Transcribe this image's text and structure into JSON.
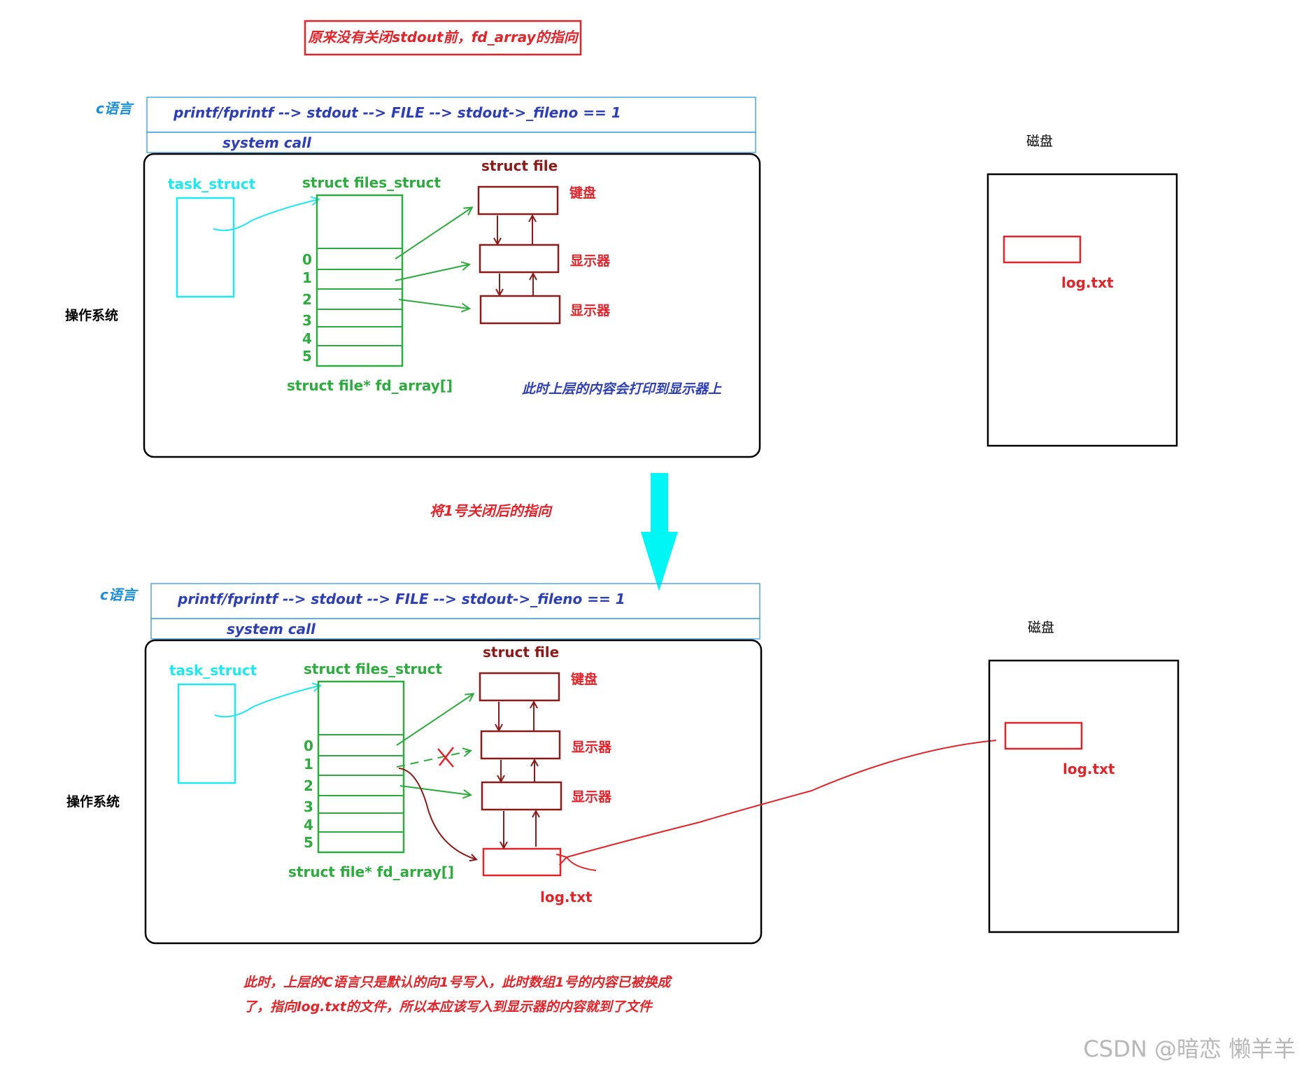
{
  "colors": {
    "red": "#e0242a",
    "dark_red": "#8b1a1a",
    "green": "#2eab3f",
    "cyan": "#1ee8f0",
    "blue": "#2e3fb5",
    "black": "#000000",
    "light_blue_border": "#4aa8e0",
    "cyan_arrow": "#00f5f5"
  },
  "top": {
    "caption": "原来没有关闭stdout前，fd_array的指向",
    "lang_label": "c语言",
    "c_call_chain": "printf/fprintf --> stdout --> FILE --> stdout->_fileno == 1",
    "system_call": "system call",
    "os_label": "操作系统",
    "task_struct": "task_struct",
    "files_struct": "struct files_struct",
    "fd_indices": [
      "0",
      "1",
      "2",
      "3",
      "4",
      "5"
    ],
    "fd_array": "struct file* fd_array[]",
    "struct_file": "struct file",
    "devices": [
      "键盘",
      "显示器",
      "显示器"
    ],
    "note": "此时上层的内容会打印到显示器上",
    "disk_label": "磁盘",
    "disk_file": "log.txt"
  },
  "middle_caption": "将1号关闭后的指向",
  "bottom": {
    "lang_label": "c语言",
    "c_call_chain": "printf/fprintf --> stdout --> FILE --> stdout->_fileno == 1",
    "system_call": "system call",
    "os_label": "操作系统",
    "task_struct": "task_struct",
    "files_struct": "struct files_struct",
    "fd_indices": [
      "0",
      "1",
      "2",
      "3",
      "4",
      "5"
    ],
    "fd_array": "struct file* fd_array[]",
    "struct_file": "struct file",
    "devices": [
      "键盘",
      "显示器",
      "显示器"
    ],
    "new_file": "log.txt",
    "disk_label": "磁盘",
    "disk_file": "log.txt"
  },
  "footer_note": [
    "此时，上层的C语言只是默认的向1号写入，此时数组1号的内容已被换成",
    "了，指向log.txt的文件，所以本应该写入到显示器的内容就到了文件"
  ],
  "watermark": "CSDN @暗恋 懒羊羊"
}
